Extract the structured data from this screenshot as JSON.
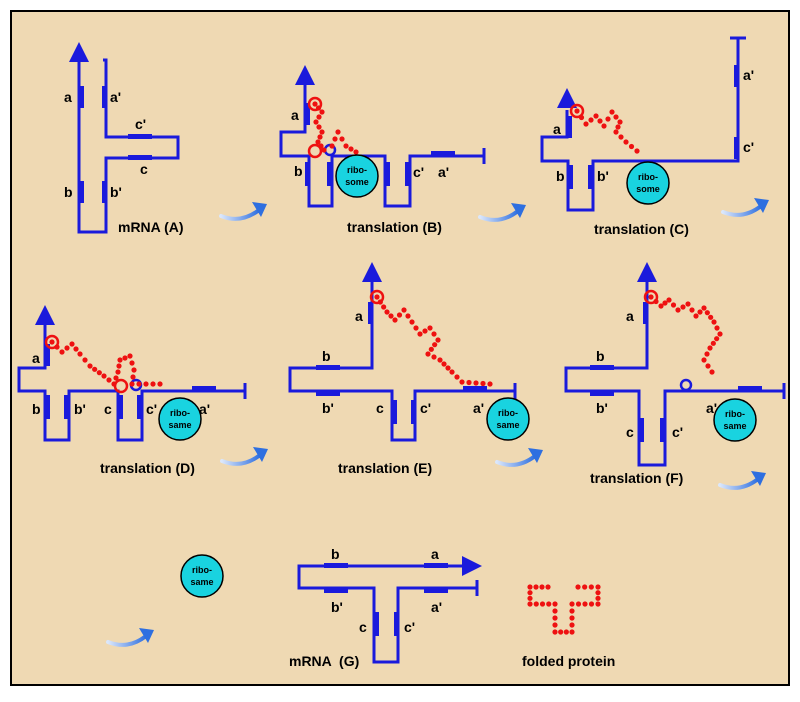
{
  "colors": {
    "background": "#efd9b3",
    "frame": "#000000",
    "strand": "#1a1adc",
    "protein": "#ee1111",
    "ribosome": "#19d3e0",
    "arrow_light": "#bcd4f7",
    "arrow_dark": "#2e6fe0"
  },
  "labels": {
    "a": "a",
    "a_prime": "a'",
    "b": "b",
    "b_prime": "b'",
    "c": "c",
    "c_prime": "c'"
  },
  "ribosome": {
    "line1": "ribo-",
    "line2_some": "some",
    "line2_same": "same"
  },
  "panels": {
    "A": {
      "caption": "mRNA (A)"
    },
    "B": {
      "caption": "translation (B)"
    },
    "C": {
      "caption": "translation (C)"
    },
    "D": {
      "caption": "translation (D)"
    },
    "E": {
      "caption": "translation (E)"
    },
    "F": {
      "caption": "translation (F)"
    },
    "G": {
      "caption": "mRNA  (G)"
    },
    "folded": {
      "caption": "folded protein"
    }
  },
  "icons": [
    "curved-arrow-icon",
    "ribosome-icon",
    "protein-bead-chain-icon"
  ]
}
